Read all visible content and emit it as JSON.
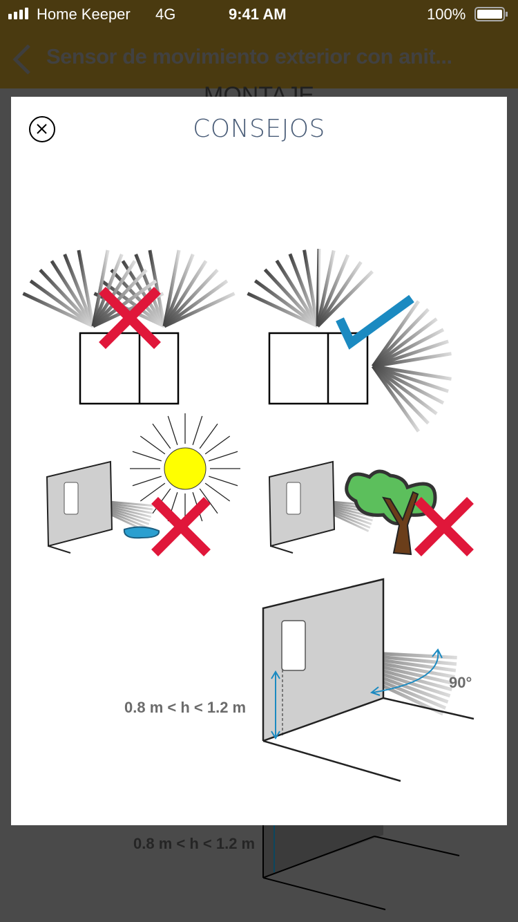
{
  "status_bar": {
    "carrier": "Home Keeper",
    "network": "4G",
    "time": "9:41 AM",
    "battery": "100%"
  },
  "nav": {
    "title": "Sensor de movimiento exterior con anit..."
  },
  "background": {
    "section_title": "MONTAJE",
    "height_label": "0.8 m < h < 1.2 m"
  },
  "modal": {
    "title": "CONSEJOS",
    "height_label": "0.8 m < h < 1.2 m",
    "angle_label": "90°"
  },
  "colors": {
    "header": "#4a3a10",
    "title": "#4a5d78",
    "cross": "#e0173a",
    "check": "#1b8ac1",
    "sun": "#ffff00",
    "tree": "#5cbf5c"
  }
}
